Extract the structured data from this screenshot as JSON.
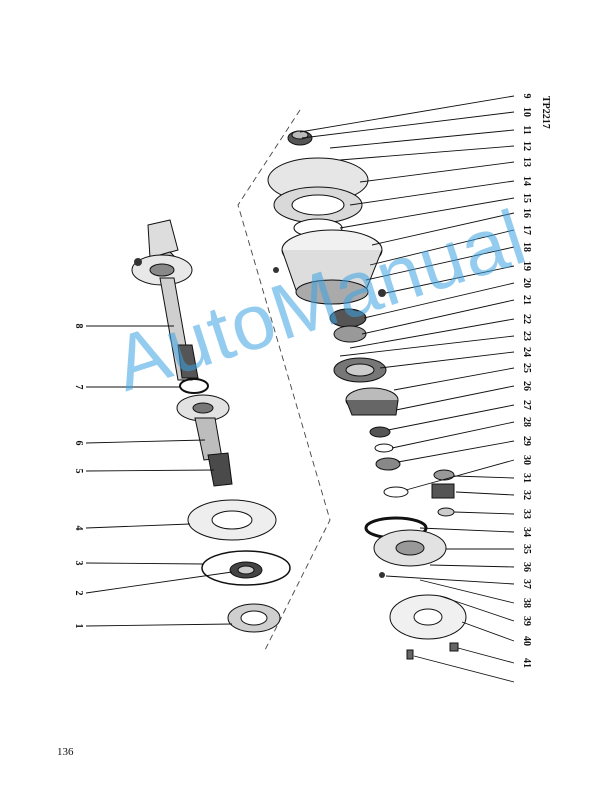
{
  "figure_code": "TP2217",
  "page_number": "136",
  "watermark": "AutoManual",
  "left_callouts": [
    "8",
    "7",
    "6",
    "5",
    "4",
    "3",
    "2",
    "1"
  ],
  "right_callouts": [
    "9",
    "10",
    "11",
    "12",
    "13",
    "14",
    "15",
    "16",
    "17",
    "18",
    "19",
    "20",
    "21",
    "22",
    "23",
    "24",
    "25",
    "26",
    "27",
    "28",
    "29",
    "30",
    "31",
    "32",
    "33",
    "34",
    "35",
    "36",
    "37",
    "38",
    "39",
    "40",
    "41"
  ]
}
